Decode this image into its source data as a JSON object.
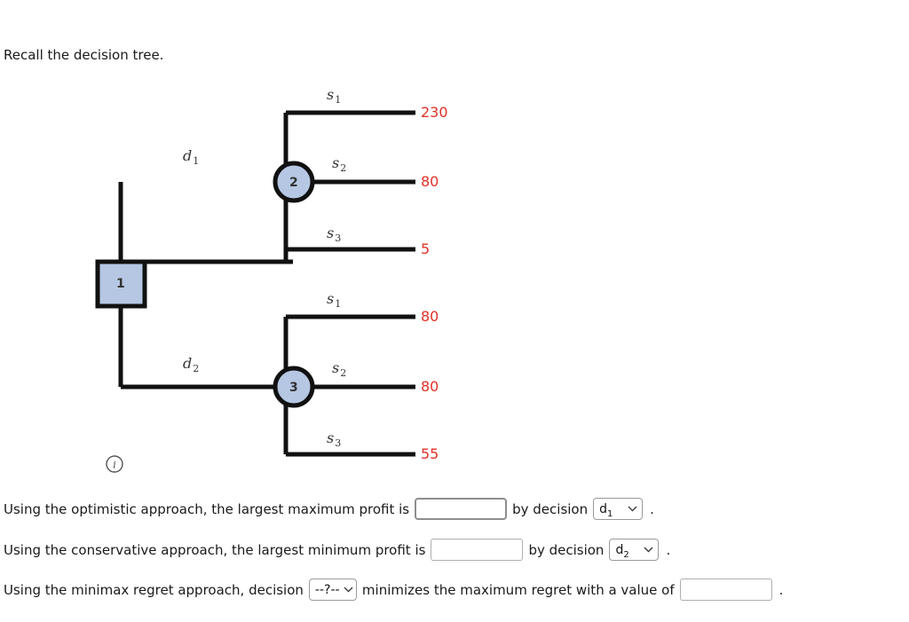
{
  "page": {
    "intro_text": "Recall the decision tree."
  },
  "tree": {
    "nodes": [
      {
        "id": "1",
        "label": "1",
        "shape": "square"
      },
      {
        "id": "2",
        "label": "2",
        "shape": "circle"
      },
      {
        "id": "3",
        "label": "3",
        "shape": "circle"
      }
    ],
    "decision_branches": [
      {
        "name": "d1",
        "base": "d",
        "sub": "1"
      },
      {
        "name": "d2",
        "base": "d",
        "sub": "2"
      }
    ],
    "state_branches": [
      {
        "name": "s1",
        "base": "s",
        "sub": "1"
      },
      {
        "name": "s2",
        "base": "s",
        "sub": "2"
      },
      {
        "name": "s3",
        "base": "s",
        "sub": "3"
      }
    ],
    "payoffs": {
      "d1": [
        "230",
        "80",
        "5"
      ],
      "d2": [
        "80",
        "80",
        "55"
      ]
    },
    "payoff_color": "#e03127",
    "node_fill": "#b6c7e3",
    "info_icon_label": "i"
  },
  "questions": [
    {
      "lead": "Using the optimistic approach, the largest maximum profit is",
      "input_value": "",
      "mid": "by decision",
      "select_value": "d",
      "select_sub": "1",
      "tail": "."
    },
    {
      "lead": "Using the conservative approach, the largest minimum profit is",
      "input_value": "",
      "mid": "by decision",
      "select_value": "d",
      "select_sub": "2",
      "tail": "."
    },
    {
      "lead": "Using the minimax regret approach, decision",
      "select_value": "--?--",
      "select_sub": "",
      "mid": "minimizes the maximum regret with a value of",
      "input_value": "",
      "tail": "."
    }
  ]
}
